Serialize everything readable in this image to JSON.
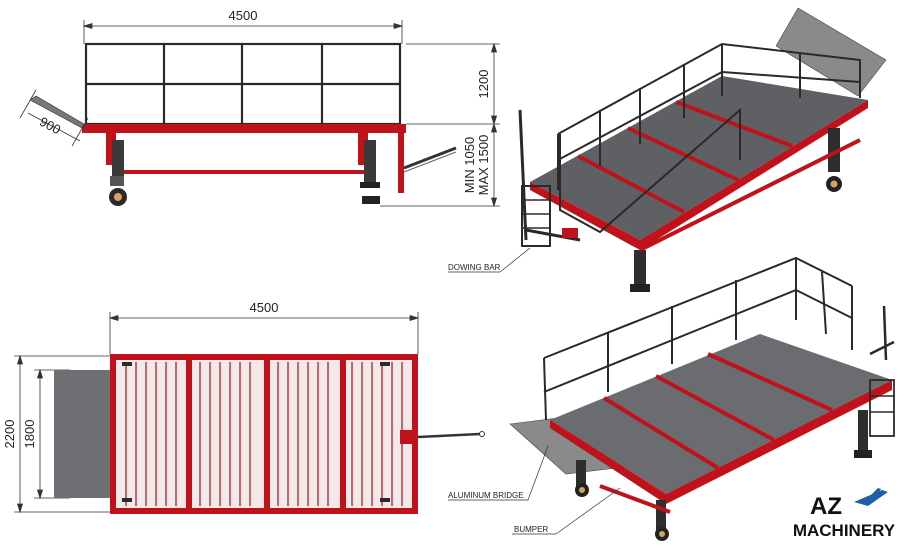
{
  "dimensions": {
    "side_length": "4500",
    "railing_height": "1200",
    "bridge_length": "900",
    "platform_height": "MIN 1050\nMAX 1500",
    "platform_height_min": "MIN 1050",
    "platform_height_max": "MAX 1500",
    "top_length": "4500",
    "overall_width": "2200",
    "deck_width": "1800"
  },
  "callouts": {
    "towing": "DOWING BAR",
    "bridge": "ALUMINUM BRIDGE",
    "bumper": "BUMPER"
  },
  "logo": {
    "line1": "AZ",
    "line2": "MACHINERY"
  },
  "colors": {
    "frame_red": "#c0121a",
    "rail_dark": "#2a2a2a",
    "deck_grey": "#6e7073",
    "bridge_grey": "#8a8a8a",
    "logo_blue": "#1f5fa8"
  }
}
